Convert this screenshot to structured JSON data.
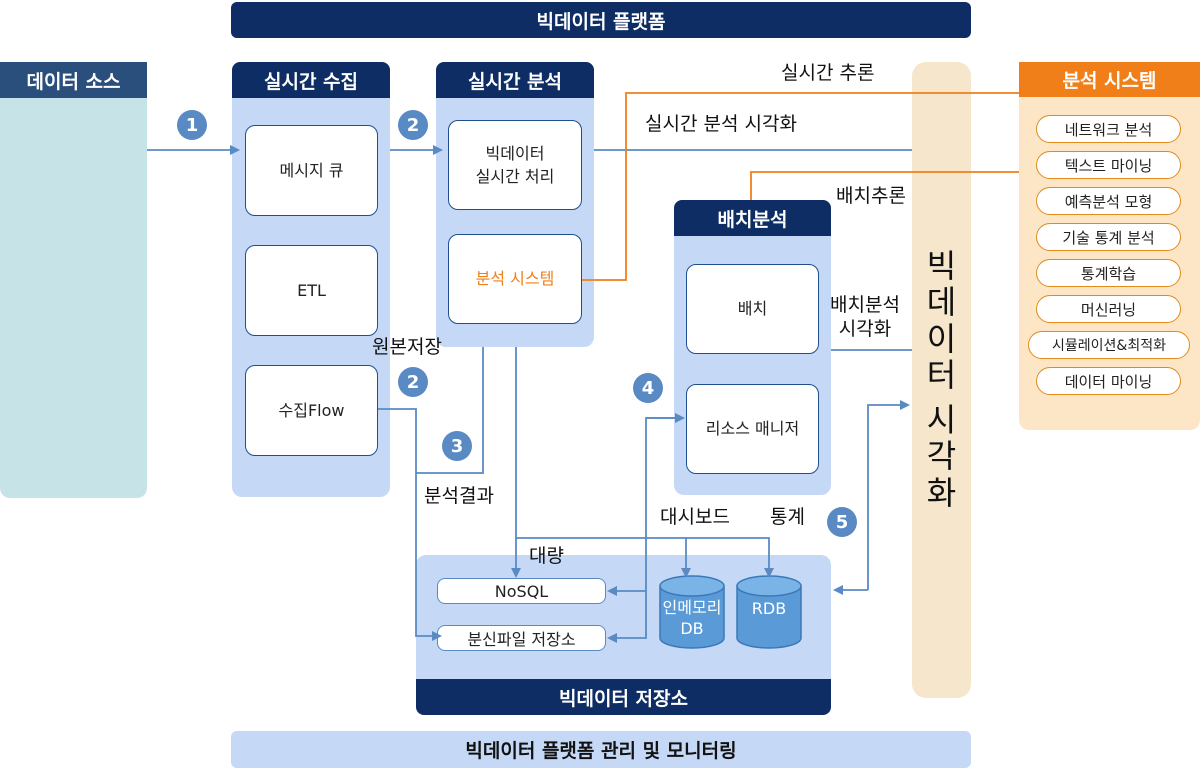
{
  "top_banner": "빅데이터 플랫폼",
  "bottom_banner": "빅데이터 플랫폼 관리 및 모니터링",
  "data_source": {
    "title": "데이터 소스"
  },
  "collect": {
    "title": "실시간 수집",
    "items": [
      "메시지 큐",
      "ETL",
      "수집Flow"
    ]
  },
  "analysis": {
    "title": "실시간 분석",
    "item1": "빅데이터\n실시간 처리",
    "item2": "분석 시스템"
  },
  "batch": {
    "title": "배치분석",
    "items": [
      "배치",
      "리소스 매니저"
    ]
  },
  "storage": {
    "title": "빅데이터 저장소",
    "nosql": "NoSQL",
    "dfs": "분신파일 저장소",
    "inmem": "인메모리\nDB",
    "rdb": "RDB"
  },
  "viz": {
    "title_chars": [
      "빅",
      "데",
      "이",
      "터",
      "시",
      "각",
      "화"
    ]
  },
  "analysis_system": {
    "title": "분석 시스템",
    "items": [
      "네트워크 분석",
      "텍스트 마이닝",
      "예측분석 모형",
      "기술 통계 분석",
      "통계학습",
      "머신러닝",
      "시뮬레이션&최적화",
      "데이터 마이닝"
    ]
  },
  "labels": {
    "rt_inference": "실시간 추론",
    "rt_viz": "실시간 분석 시각화",
    "batch_inference": "배치추론",
    "batch_viz": "배치분석\n시각화",
    "raw_store": "원본저장",
    "result": "분석결과",
    "bulk": "대량",
    "dashboard": "대시보드",
    "stats": "통계"
  },
  "steps": [
    "1",
    "2",
    "2",
    "3",
    "4",
    "5"
  ],
  "colors": {
    "navy": "#0d2d64",
    "panel": "#c5d8f5",
    "source": "#c6e4e8",
    "orange": "#f07f1a",
    "viz": "#f5e6cc",
    "analysis_bg": "#fde6c6",
    "step": "#5a8ac4"
  }
}
